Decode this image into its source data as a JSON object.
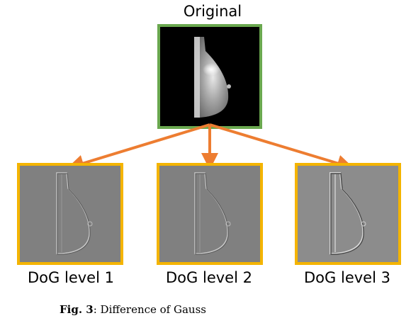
{
  "figure": {
    "original_label": "Original",
    "dog_labels": [
      "DoG level 1",
      "DoG level 2",
      "DoG level 3"
    ],
    "caption_prefix": "Fig. 3",
    "caption_text": ": Difference of Gauss",
    "colors": {
      "original_border": "#6aa84f",
      "dog_border": "#f4b400",
      "arrow": "#ed7d31"
    }
  }
}
